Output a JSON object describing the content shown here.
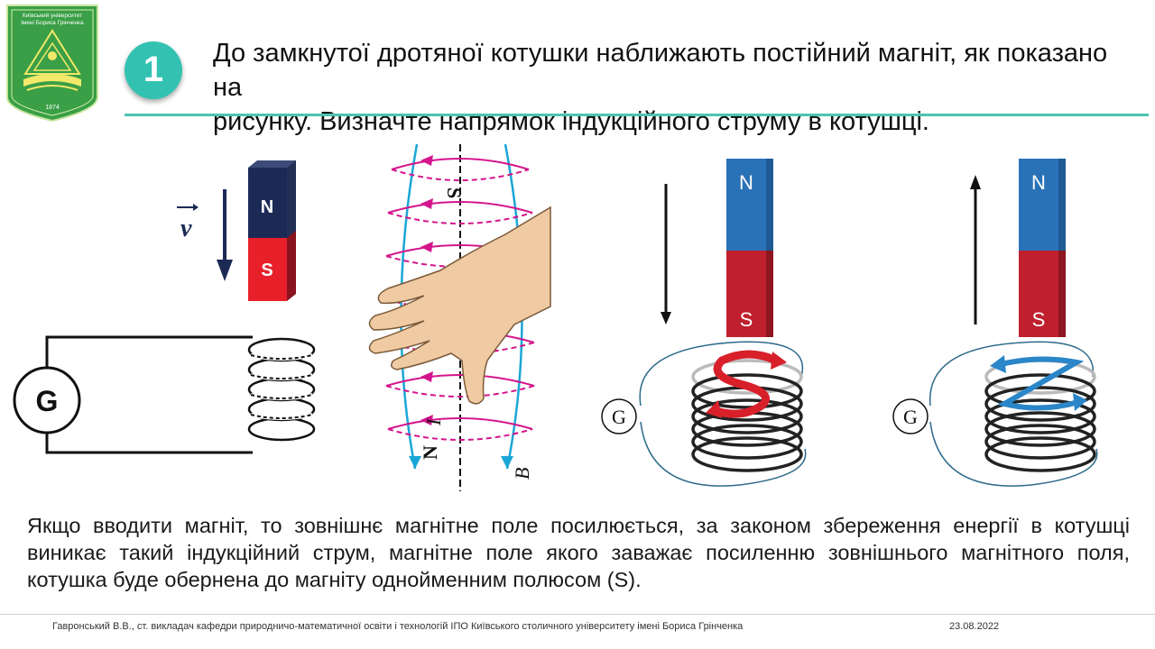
{
  "logo": {
    "text_line1": "Київський університет",
    "text_line2": "імені Бориса Грінченка",
    "year": "1874"
  },
  "task": {
    "number": "1",
    "question_line1": "До замкнутої дротяної котушки наближають постійний магніт, як показано на",
    "question_line2": "рисунку. Визначте напрямок індукційного струму в котушці."
  },
  "figure1": {
    "velocity_label": "v",
    "magnet_top": "N",
    "magnet_bottom": "S",
    "galvanometer": "G"
  },
  "figure2": {
    "pole_top": "S",
    "pole_bottom": "N",
    "current_label": "I",
    "field_label": "B"
  },
  "figure3": {
    "magnet_top": "N",
    "magnet_bottom": "S",
    "galvanometer": "G"
  },
  "figure4": {
    "magnet_top": "N",
    "magnet_bottom": "S",
    "galvanometer": "G"
  },
  "explanation": {
    "line1": "Якщо вводити магніт, то зовнішнє магнітне поле посилюється, за законом збереження енергії в котушці",
    "line2": "виникає такий індукційний струм, магнітне поле якого заважає посиленню зовнішнього магнітного поля,",
    "line3": "котушка буде обернена до магніту однойменним полюсом (S)."
  },
  "footer": {
    "author": "Гавронський В.В., ст. викладач кафедри природничо-математичної освіти і технологій ІПО Київського столичного університету імені Бориса Грінченка",
    "date": "23.08.2022"
  },
  "colors": {
    "teal": "#33c2b2",
    "logo_green": "#3a9f46",
    "magnet_north": "#2a72b8",
    "magnet_south": "#c0202e",
    "field_lines": "#1aa6d6",
    "current_loops": "#d4148c"
  }
}
